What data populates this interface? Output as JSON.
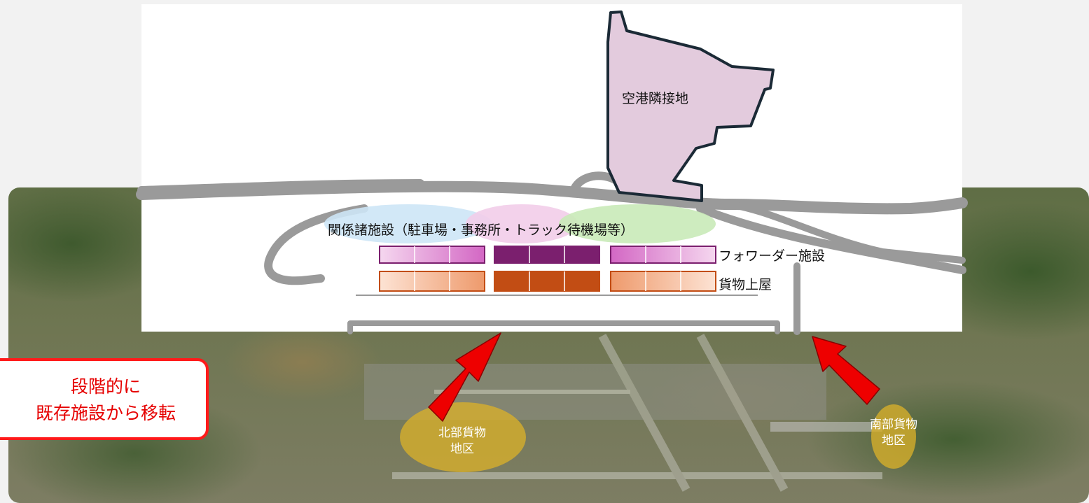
{
  "labels": {
    "airport_adjacent_land": "空港隣接地",
    "related_facilities": "関係諸施設（駐車場・事務所・トラック待機場等）",
    "forwarder_facilities": "フォワーダー施設",
    "cargo_warehouse": "貨物上屋",
    "north_cargo_area": "北部貨物\n地区",
    "south_cargo_area": "南部貨物\n地区"
  },
  "callout": {
    "text": "段階的に\n既存施設から移転"
  },
  "colors": {
    "adjacent_land_fill": "#e3cbdd",
    "adjacent_land_stroke": "#1b2a36",
    "ellipse_blue": "#cde6f6",
    "ellipse_pink": "#f2cde9",
    "ellipse_green": "#c9eab8",
    "forwarder_dark": "#7b1f6e",
    "forwarder_light": "#d367c4",
    "warehouse_dark": "#c24d14",
    "warehouse_light": "#f0a57c",
    "arrow": "#ee0000",
    "cargo_zone": "#d8b02a",
    "callout_border": "#ff1a1a",
    "road_outline": "#9a9a9a"
  },
  "arrows": [
    {
      "name": "north-arrow",
      "from": "north_cargo_area"
    },
    {
      "name": "south-arrow",
      "from": "south_cargo_area"
    }
  ]
}
